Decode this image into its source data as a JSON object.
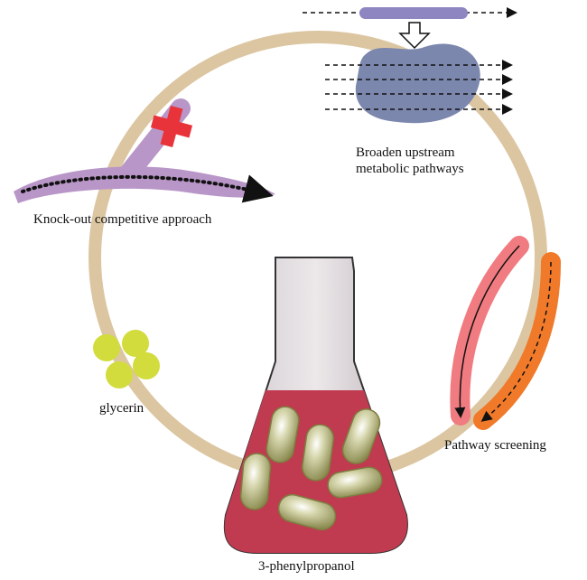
{
  "labels": {
    "upstream_line1": "Broaden upstream",
    "upstream_line2": "metabolic pathways",
    "knockout": "Knock-out competitive approach",
    "glycerin": "glycerin",
    "screening": "Pathway screening",
    "product": "3-phenylpropanol"
  },
  "colors": {
    "ring": "#dcc6a2",
    "upstream_enzyme": "#7b87ad",
    "upstream_bar": "#8d86c0",
    "knockout_branch": "#b996c8",
    "cross": "#e8333a",
    "glycerin": "#d2dc3c",
    "pathway_a": "#f07b80",
    "pathway_b": "#f07a2a",
    "medium": "#c03a50",
    "bacteria": "#b4b482"
  }
}
